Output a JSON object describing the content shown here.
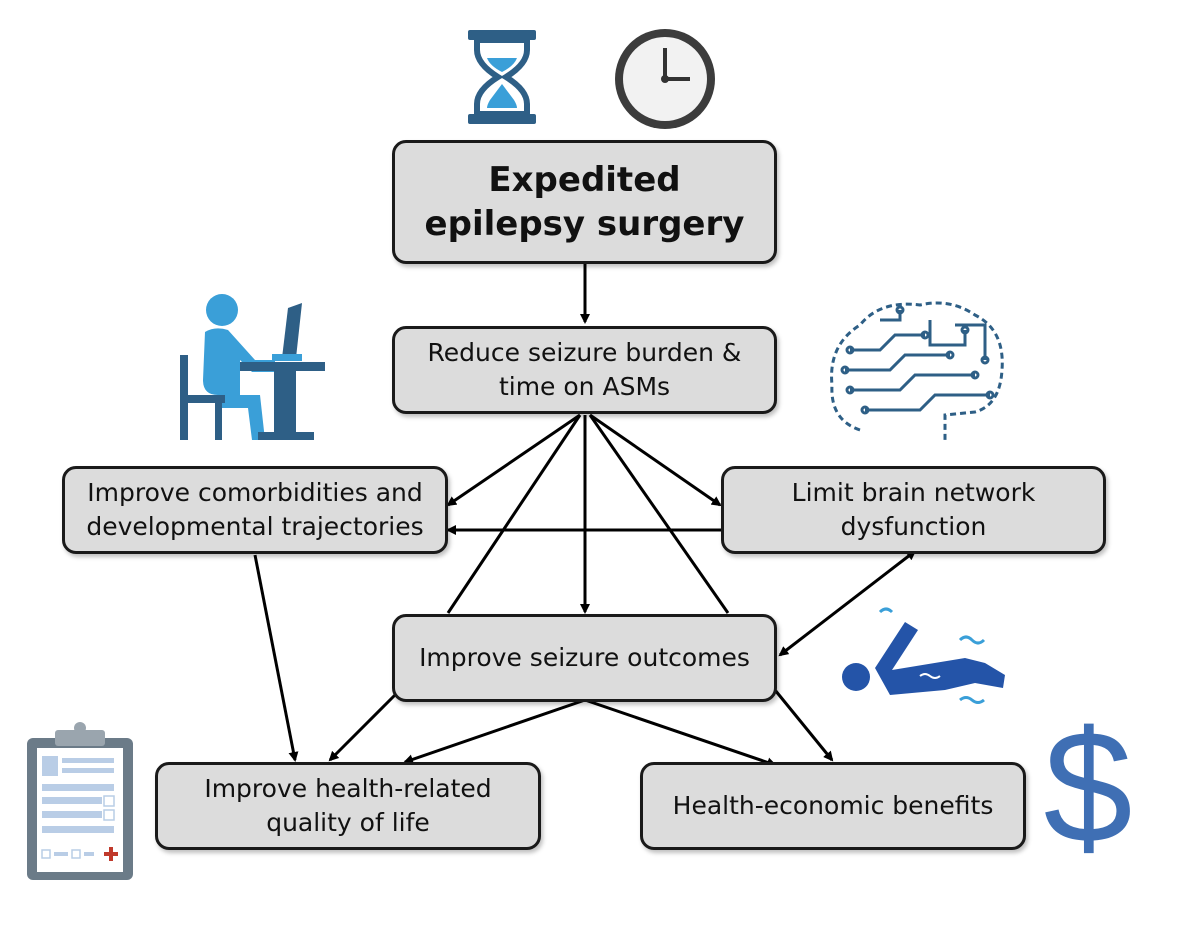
{
  "nodes": {
    "expedited": "Expedited epilepsy surgery",
    "reduce": "Reduce seizure burden & time on ASMs",
    "comorbid": "Improve comorbidities and developmental trajectories",
    "brain": "Limit brain network dysfunction",
    "outcomes": "Improve seizure outcomes",
    "hrqol": "Improve health-related quality of life",
    "economic": "Health-economic benefits"
  },
  "icons": {
    "hourglass": "hourglass-icon",
    "clock": "clock-icon",
    "desk_worker": "person-at-computer-icon",
    "brain": "circuit-brain-icon",
    "seizure": "seizure-person-icon",
    "clipboard": "medical-clipboard-icon",
    "dollar": "dollar-sign-icon"
  },
  "colors": {
    "box_fill": "#dcdcdc",
    "box_border": "#1a1a1a",
    "arrow": "#000000",
    "icon_dark_blue": "#2e5f86",
    "icon_light_blue": "#3a9fd8",
    "icon_blue": "#2454a8",
    "dollar": "#3f6fb4"
  }
}
